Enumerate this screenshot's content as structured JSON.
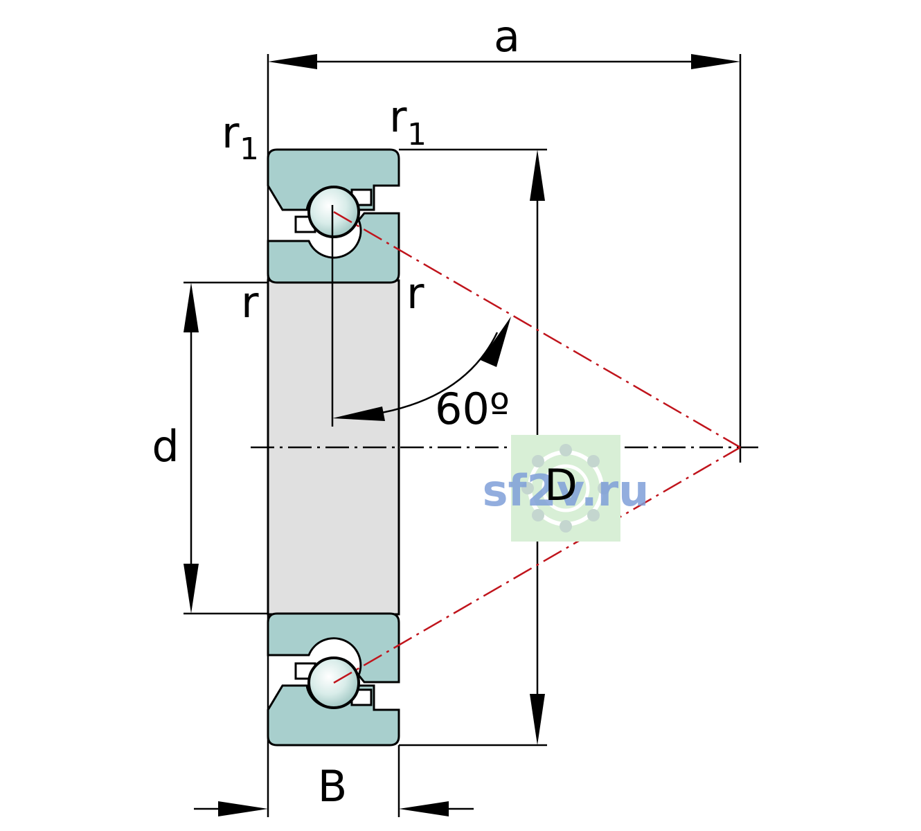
{
  "diagram": {
    "labels": {
      "a": "a",
      "r1_left_main": "r",
      "r1_left_sub": "1",
      "r1_right_main": "r",
      "r1_right_sub": "1",
      "r_left": "r",
      "r_right": "r",
      "d": "d",
      "D": "D",
      "B": "B",
      "angle": "60º"
    },
    "contact_angle_deg": 60,
    "colors": {
      "ring_fill": "#a8cfcd",
      "bore_fill": "#e0e0e0",
      "outline": "#000000",
      "contact_line": "#c0141c",
      "ball_fill": "#d8ece9"
    }
  },
  "watermark": {
    "text": "sf2v.ru",
    "colors": {
      "background": "#d8efd6",
      "text": "#7f9fd8"
    }
  }
}
